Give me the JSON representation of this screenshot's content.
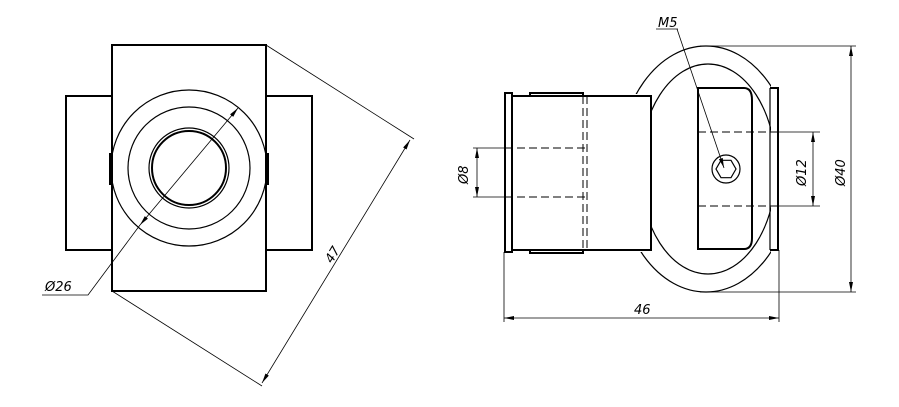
{
  "drawing": {
    "front_view": {
      "diameter_label": "Ø26",
      "length_label": "47"
    },
    "side_view": {
      "thread_label": "M5",
      "bore_label": "Ø8",
      "slot_label": "Ø12",
      "outer_label": "Ø40",
      "width_label": "46"
    }
  },
  "colors": {
    "line": "#000000",
    "background": "#ffffff"
  }
}
